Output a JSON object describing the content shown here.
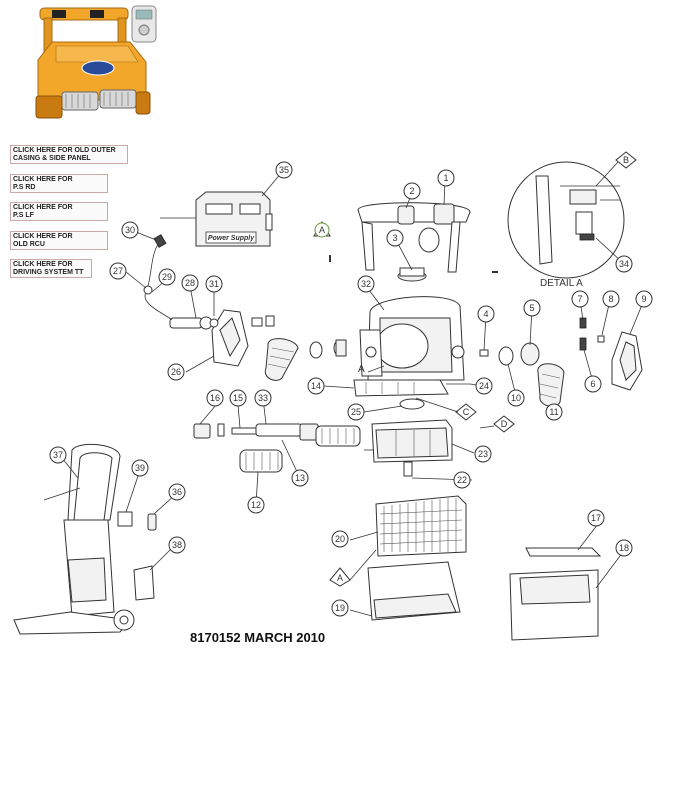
{
  "links": [
    {
      "label": "CLICK HERE FOR OLD OUTER\nCASING & SIDE PANEL"
    },
    {
      "label": "CLICK HERE FOR\nP.S RD"
    },
    {
      "label": "CLICK HERE FOR\nP.S LF"
    },
    {
      "label": "CLICK HERE FOR\nOLD RCU"
    },
    {
      "label": "CLICK HERE FOR\nDRIVING SYSTEM TT"
    }
  ],
  "footer": "8170152 MARCH 2010",
  "detail_label": "DETAIL A",
  "callouts": [
    "1",
    "2",
    "3",
    "4",
    "5",
    "6",
    "7",
    "8",
    "9",
    "10",
    "11",
    "12",
    "13",
    "14",
    "15",
    "16",
    "17",
    "18",
    "19",
    "20",
    "22",
    "23",
    "24",
    "25",
    "26",
    "27",
    "28",
    "29",
    "30",
    "31",
    "32",
    "33",
    "34",
    "35",
    "36",
    "37",
    "38",
    "39"
  ],
  "letter_tags": {
    "A1": "A",
    "A2": "A",
    "A3": "A",
    "B": "B",
    "C": "C",
    "D": "D"
  },
  "product_logo_text": "Power Supply",
  "colors": {
    "robot_body": "#f2a62a",
    "robot_dark": "#c97b12",
    "line": "#333333",
    "link_border": "#c9a9a9"
  }
}
